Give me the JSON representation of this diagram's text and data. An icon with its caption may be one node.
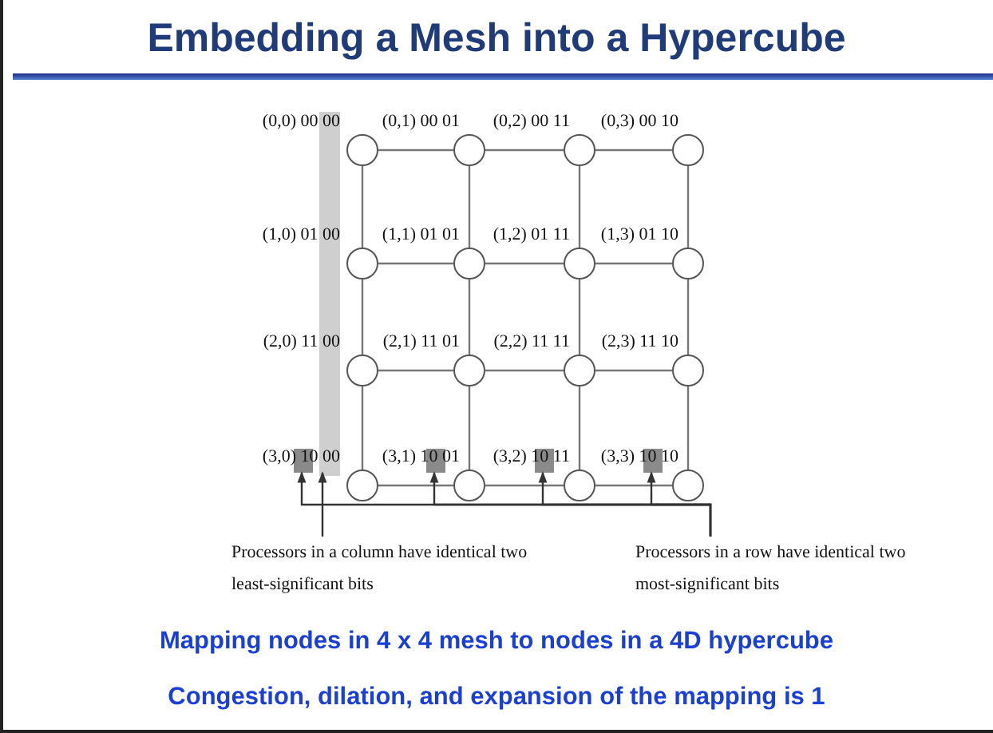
{
  "diagram": {
    "title": "Embedding a Mesh into a Hypercube",
    "nodes": [
      {
        "text": [],
        "shape": "circle",
        "beside": [
          "(0,0) 00 00"
        ]
      },
      {
        "text": [],
        "shape": "circle",
        "beside": [
          "(0,1) 00 01"
        ]
      },
      {
        "text": [],
        "shape": "circle",
        "beside": [
          "(0,2) 00 11"
        ]
      },
      {
        "text": [],
        "shape": "circle",
        "beside": [
          "(0,3) 00 10"
        ]
      },
      {
        "text": [],
        "shape": "circle",
        "beside": [
          "(1,0) 01 00"
        ]
      },
      {
        "text": [],
        "shape": "circle",
        "beside": [
          "(1,1) 01 01"
        ]
      },
      {
        "text": [],
        "shape": "circle",
        "beside": [
          "(1,2) 01 11"
        ]
      },
      {
        "text": [],
        "shape": "circle",
        "beside": [
          "(1,3) 01 10"
        ]
      },
      {
        "text": [],
        "shape": "circle",
        "beside": [
          "(2,0) 11 00"
        ]
      },
      {
        "text": [],
        "shape": "circle",
        "beside": [
          "(2,1) 11 01"
        ]
      },
      {
        "text": [],
        "shape": "circle",
        "beside": [
          "(2,2) 11 11"
        ]
      },
      {
        "text": [],
        "shape": "circle",
        "beside": [
          "(2,3) 11 10"
        ]
      },
      {
        "text": [],
        "shape": "circle",
        "beside": [
          "(3,0) 10 00"
        ]
      },
      {
        "text": [],
        "shape": "circle",
        "beside": [
          "(3,1) 10 01"
        ]
      },
      {
        "text": [],
        "shape": "circle",
        "beside": [
          "(3,2) 10 11"
        ]
      },
      {
        "text": [],
        "shape": "circle",
        "beside": [
          "(3,3) 10 10"
        ]
      },
      {
        "text": [
          "Processors in a column have identical two least-significant bits"
        ]
      },
      {
        "text": [
          "Processors in a row have identical two most-significant bits"
        ]
      },
      {
        "text": [],
        "shape": "bar"
      },
      {
        "text": [],
        "shape": "box"
      },
      {
        "text": [],
        "shape": "box"
      },
      {
        "text": [],
        "shape": "box"
      },
      {
        "text": [],
        "shape": "box"
      }
    ],
    "edges": [
      {
        "from": 0,
        "to": 1,
        "arrow": "none"
      },
      {
        "from": 1,
        "to": 2,
        "arrow": "none"
      },
      {
        "from": 2,
        "to": 3,
        "arrow": "none"
      },
      {
        "from": 4,
        "to": 5,
        "arrow": "none"
      },
      {
        "from": 5,
        "to": 6,
        "arrow": "none"
      },
      {
        "from": 6,
        "to": 7,
        "arrow": "none"
      },
      {
        "from": 8,
        "to": 9,
        "arrow": "none"
      },
      {
        "from": 9,
        "to": 10,
        "arrow": "none"
      },
      {
        "from": 10,
        "to": 11,
        "arrow": "none"
      },
      {
        "from": 12,
        "to": 13,
        "arrow": "none"
      },
      {
        "from": 13,
        "to": 14,
        "arrow": "none"
      },
      {
        "from": 14,
        "to": 15,
        "arrow": "none"
      },
      {
        "from": 0,
        "to": 4,
        "arrow": "none"
      },
      {
        "from": 4,
        "to": 8,
        "arrow": "none"
      },
      {
        "from": 8,
        "to": 12,
        "arrow": "none"
      },
      {
        "from": 1,
        "to": 5,
        "arrow": "none"
      },
      {
        "from": 5,
        "to": 9,
        "arrow": "none"
      },
      {
        "from": 9,
        "to": 13,
        "arrow": "none"
      },
      {
        "from": 2,
        "to": 6,
        "arrow": "none"
      },
      {
        "from": 6,
        "to": 10,
        "arrow": "none"
      },
      {
        "from": 10,
        "to": 14,
        "arrow": "none"
      },
      {
        "from": 3,
        "to": 7,
        "arrow": "none"
      },
      {
        "from": 7,
        "to": 11,
        "arrow": "none"
      },
      {
        "from": 11,
        "to": 15,
        "arrow": "none"
      },
      {
        "from": 16,
        "to": 18,
        "arrow": "to"
      },
      {
        "from": 17,
        "to": 19,
        "arrow": "to"
      },
      {
        "from": 17,
        "to": 20,
        "arrow": "to"
      },
      {
        "from": 17,
        "to": 21,
        "arrow": "to"
      },
      {
        "from": 17,
        "to": 22,
        "arrow": "to"
      }
    ],
    "labels": [
      "Mapping nodes in 4 x 4 mesh to nodes in a 4D hypercube",
      "Congestion, dilation, and expansion of the mapping is 1"
    ]
  }
}
